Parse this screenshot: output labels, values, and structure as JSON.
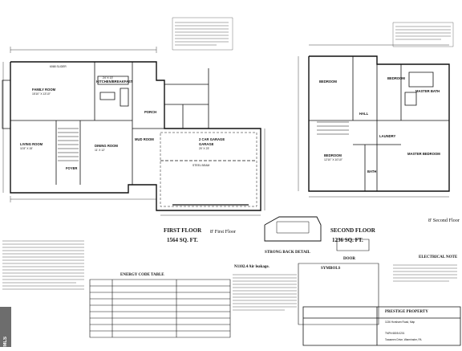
{
  "first_floor": {
    "title": "FIRST FLOOR",
    "sqft": "1564 SQ. FT.",
    "ceiling": "8' First Floor",
    "rooms": {
      "family_room": "FAMILY ROOM",
      "family_room_dim": "15'10\" X 13'10\"",
      "kitchen": "KITCHEN/BREAKFAST",
      "kitchen_dim": "24' X 13'",
      "living_room": "LIVING ROOM",
      "living_room_dim": "11'8\" X 15'",
      "dining_room": "DINING ROOM",
      "dining_room_dim": "11' X 12'",
      "foyer": "FOYER",
      "mudroom": "MUD ROOM",
      "garage": "GARAGE",
      "garage_dim": "20' X 23'",
      "two_car_garage": "2 CAR GARAGE",
      "porch": "PORCH",
      "glass_slider": "6068 SLIDER",
      "steel_beam": "STEEL BEAM"
    }
  },
  "second_floor": {
    "title": "SECOND FLOOR",
    "sqft": "1236 SQ. FT.",
    "ceiling": "8' Second Floor",
    "rooms": {
      "bedroom_a": "BEDROOM",
      "bedroom_b": "BEDROOM",
      "bedroom_c": "BEDROOM",
      "bedroom_c_dim": "12'10\" X 10'10\"",
      "master_bedroom": "MASTER BEDROOM",
      "master_bath": "MASTER BATH",
      "hall": "HALL",
      "bath": "BATH",
      "laundry": "LAUNDRY"
    }
  },
  "details": {
    "strong_back": "STRONG BACK DETAIL",
    "air_leakage": "N1102.4 Air leakage.",
    "symbols": "SYMBOLS",
    "door": "DOOR",
    "electrical": "ELECTRICAL NOTE",
    "energy": "ENERGY CODE TABLE"
  },
  "title_block": {
    "company": "PRESTIGE PROPERTY",
    "address": "1136 Horsham Road, Map",
    "project": "TMP# 6805.0201",
    "location": "Towamen Drive, Warminster, PA"
  },
  "side_badge": "MLS",
  "colors": {
    "ink": "#111111",
    "paper": "#ffffff",
    "badge": "#6d6d6d"
  }
}
